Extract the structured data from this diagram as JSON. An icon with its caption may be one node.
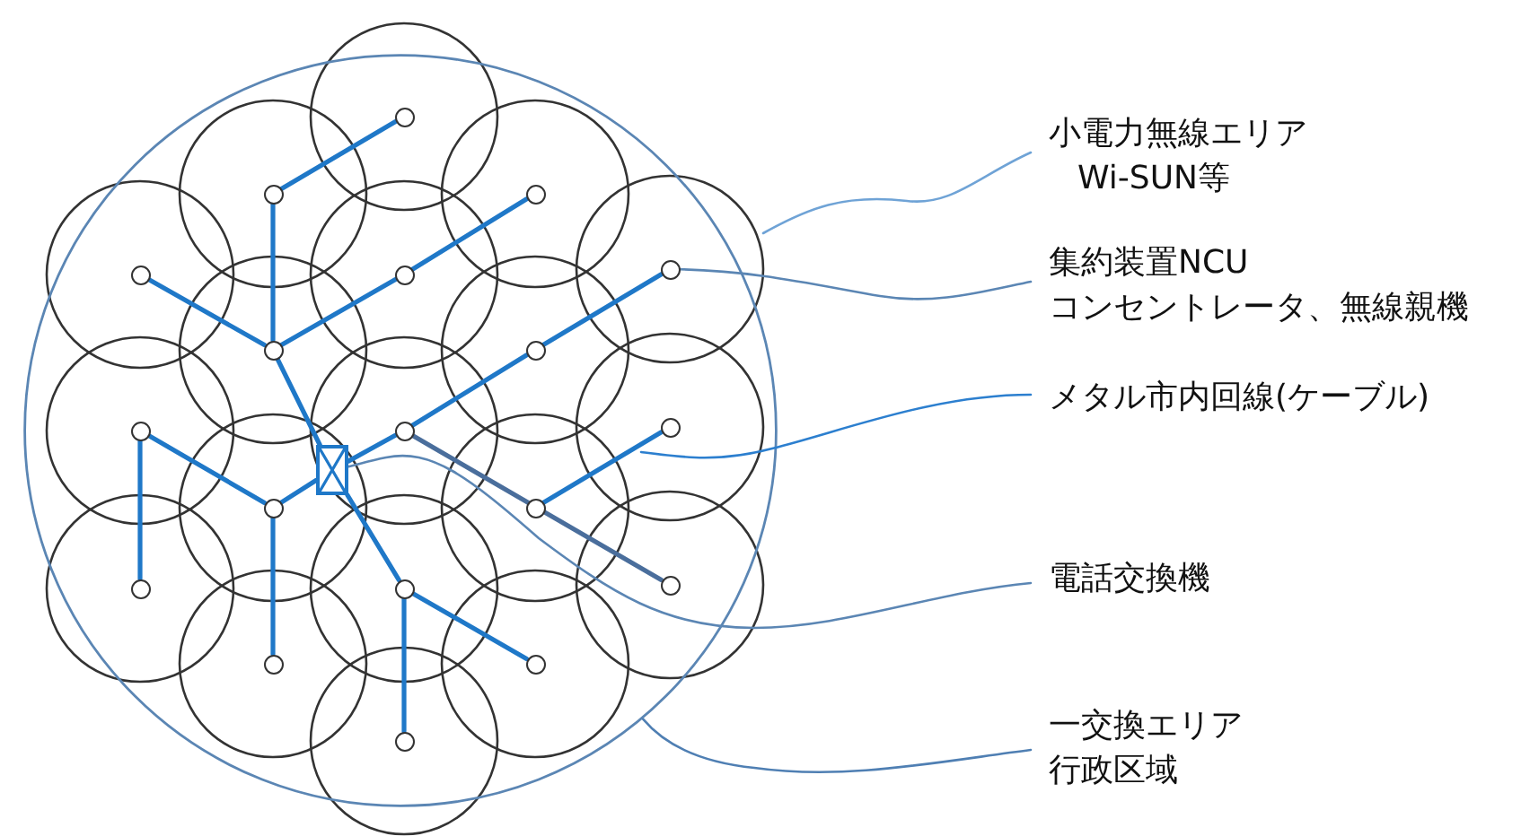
{
  "diagram": {
    "nodes": [
      {
        "text": [],
        "shape": "circle"
      },
      {
        "text": [],
        "shape": "circle",
        "in": 0
      },
      {
        "text": [],
        "shape": "circle",
        "in": 0
      },
      {
        "text": [],
        "shape": "circle",
        "in": 0
      },
      {
        "text": [],
        "shape": "circle",
        "in": 0
      },
      {
        "text": [],
        "shape": "circle",
        "in": 0
      },
      {
        "text": [],
        "shape": "circle",
        "in": 0
      },
      {
        "text": [],
        "shape": "circle",
        "in": 0
      },
      {
        "text": [],
        "shape": "circle",
        "in": 0
      },
      {
        "text": [],
        "shape": "circle",
        "in": 0
      },
      {
        "text": [],
        "shape": "circle",
        "in": 0
      },
      {
        "text": [],
        "shape": "circle",
        "in": 0
      },
      {
        "text": [],
        "shape": "circle",
        "in": 0
      },
      {
        "text": [],
        "shape": "circle",
        "in": 0
      },
      {
        "text": [],
        "shape": "circle",
        "in": 0
      },
      {
        "text": [],
        "shape": "circle",
        "in": 0
      },
      {
        "text": [],
        "shape": "circle",
        "in": 0
      },
      {
        "text": [],
        "shape": "circle",
        "in": 0
      },
      {
        "text": [],
        "shape": "circle",
        "in": 0
      },
      {
        "text": [],
        "shape": "circle",
        "in": 0
      },
      {
        "text": [],
        "shape": "box",
        "in": 0
      },
      {
        "text": [
          "小電力無線エリア",
          "Wi-SUN等"
        ]
      },
      {
        "text": [
          "集約装置NCU",
          "コンセントレータ、無線親機"
        ]
      },
      {
        "text": [
          "メタル市内回線(ケーブル)"
        ]
      },
      {
        "text": [
          "電話交換機"
        ]
      },
      {
        "text": [
          "一交換エリア",
          "行政区域"
        ]
      }
    ],
    "edges": [
      {
        "from": 1,
        "to": 2,
        "arrow": "none"
      },
      {
        "from": 2,
        "to": 7,
        "arrow": "none"
      },
      {
        "from": 3,
        "to": 5,
        "arrow": "none"
      },
      {
        "from": 5,
        "to": 7,
        "arrow": "none"
      },
      {
        "from": 4,
        "to": 7,
        "arrow": "none"
      },
      {
        "from": 7,
        "to": 20,
        "arrow": "none"
      },
      {
        "from": 20,
        "to": 10,
        "arrow": "none"
      },
      {
        "from": 10,
        "to": 8,
        "arrow": "none"
      },
      {
        "from": 8,
        "to": 6,
        "arrow": "none"
      },
      {
        "from": 9,
        "to": 14,
        "arrow": "none"
      },
      {
        "from": 9,
        "to": 12,
        "arrow": "none"
      },
      {
        "from": 12,
        "to": 20,
        "arrow": "none"
      },
      {
        "from": 12,
        "to": 17,
        "arrow": "none"
      },
      {
        "from": 20,
        "to": 15,
        "arrow": "none"
      },
      {
        "from": 15,
        "to": 18,
        "arrow": "none"
      },
      {
        "from": 15,
        "to": 19,
        "arrow": "none"
      },
      {
        "from": 13,
        "to": 11,
        "arrow": "none"
      },
      {
        "from": 10,
        "to": 16,
        "arrow": "none",
        "color": "#4a6e9c"
      },
      {
        "from": 21,
        "to": null,
        "arrow": "none",
        "color": "#6fa3d6"
      },
      {
        "from": 22,
        "to": 6,
        "arrow": "none",
        "color": "#5b86b4"
      },
      {
        "from": 23,
        "to": null,
        "arrow": "none",
        "color": "#2c7fcf"
      },
      {
        "from": 24,
        "to": 20,
        "arrow": "none",
        "color": "#5b86b4"
      },
      {
        "from": 25,
        "to": 0,
        "arrow": "none",
        "color": "#4f7fb3"
      }
    ]
  }
}
